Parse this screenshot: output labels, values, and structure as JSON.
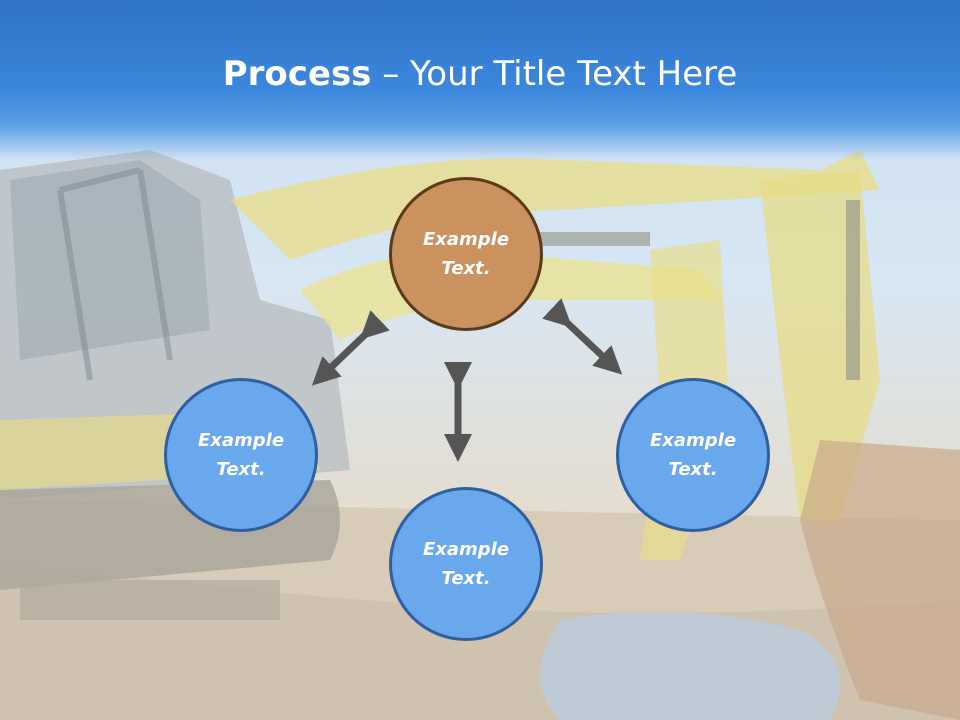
{
  "title": {
    "bold": "Process",
    "rest": " – Your Title Text Here"
  },
  "nodes": {
    "top": {
      "line1": "Example",
      "line2": "Text."
    },
    "left": {
      "line1": "Example",
      "line2": "Text."
    },
    "right": {
      "line1": "Example",
      "line2": "Text."
    },
    "bottom": {
      "line1": "Example",
      "line2": "Text."
    }
  },
  "colors": {
    "title_bar": "#3b86dc",
    "top_node_fill": "#c9925f",
    "top_node_border": "#5a3a18",
    "blue_node_fill": "#6aa8ee",
    "blue_node_border": "#2e5f9e",
    "arrow": "#555555"
  },
  "background_image": "excavator-construction-site"
}
